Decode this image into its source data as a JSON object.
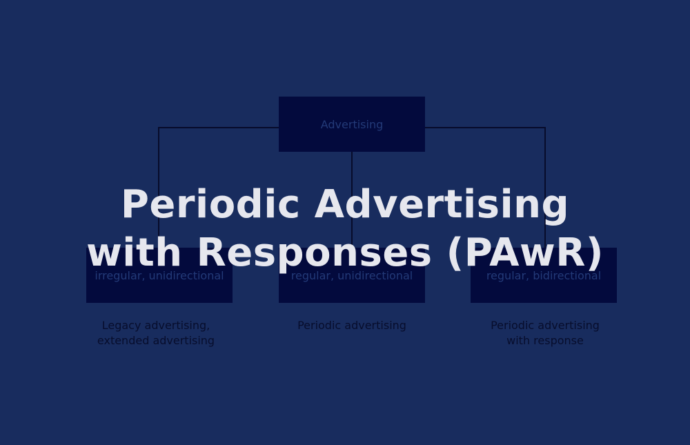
{
  "diagram": {
    "root": {
      "label": "Advertising"
    },
    "children": [
      {
        "label": "irregular, unidirectional",
        "caption": [
          "Legacy advertising,",
          "extended advertising"
        ]
      },
      {
        "label": "regular, unidirectional",
        "caption": [
          "Periodic advertising"
        ]
      },
      {
        "label": "regular, bidirectional",
        "caption": [
          "Periodic advertising",
          "with response"
        ]
      }
    ]
  },
  "title": {
    "line1": "Periodic Advertising",
    "line2": "with Responses (PAwR)"
  },
  "colors": {
    "background": "#182c5e",
    "node_fill": "#030a3d",
    "connector": "#070b2a",
    "title_text": "#e6e7ee"
  }
}
